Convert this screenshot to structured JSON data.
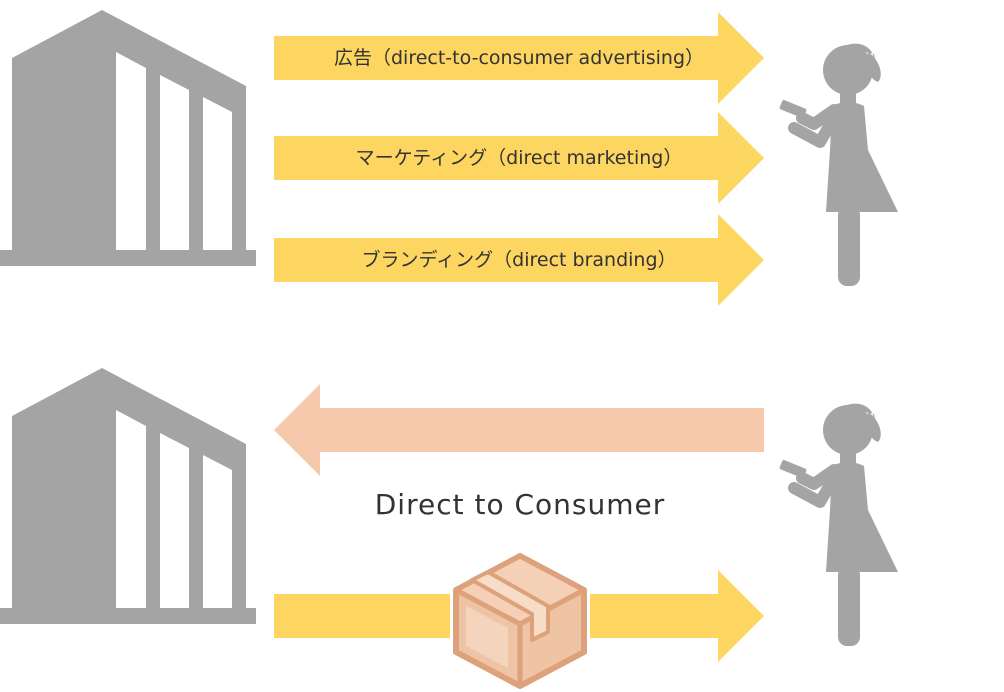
{
  "top_section": {
    "arrows": [
      {
        "label": "広告（direct-to-consumer advertising）"
      },
      {
        "label": "マーケティング（direct marketing）"
      },
      {
        "label": "ブランディング（direct branding）"
      }
    ]
  },
  "bottom_section": {
    "label": "Direct to Consumer"
  },
  "colors": {
    "yellow_arrow": "#FDD561",
    "peach_arrow": "#F6C9AC",
    "icon_gray": "#A4A4A4",
    "box_fill": "#EFC4A4",
    "box_stroke": "#DDA17C",
    "box_light": "#F7DCC7"
  },
  "icons": {
    "company": "building-icon",
    "customer": "woman-with-phone-icon",
    "product": "package-box-icon"
  }
}
